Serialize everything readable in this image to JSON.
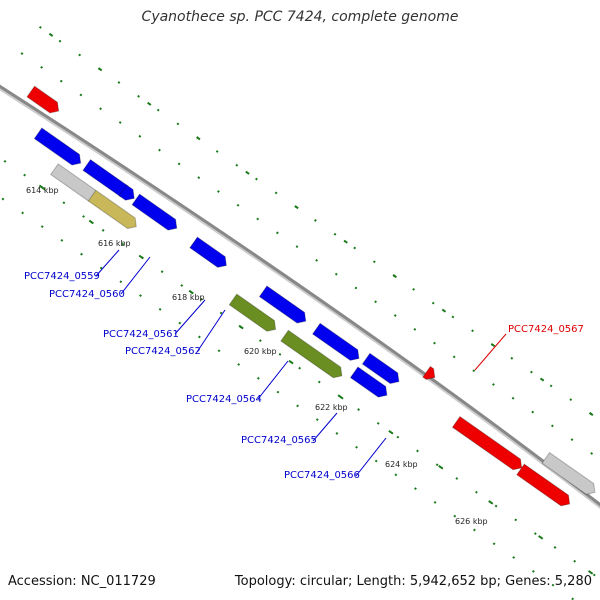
{
  "title": "Cyanothece sp. PCC 7424, complete genome",
  "accession": "Accession: NC_011729",
  "topology": "Topology: circular; Length: 5,942,652 bp; Genes: 5,280",
  "colors": {
    "backbone": "#888888",
    "tick": "#1a7a1a",
    "gene_default": "#0000ee",
    "gene_highlight": "#ee0000",
    "gene_olive": "#6b8e23",
    "gene_khaki": "#c8b85a",
    "gene_gray": "#c8c8c8",
    "label_blue": "#0000cc",
    "label_red": "#dd0000"
  },
  "ruler_labels": [
    "614 kbp",
    "616 kbp",
    "618 kbp",
    "620 kbp",
    "622 kbp",
    "624 kbp",
    "626 kbp"
  ],
  "gene_labels": [
    {
      "text": "PCC7424_0559",
      "color": "blue"
    },
    {
      "text": "PCC7424_0560",
      "color": "blue"
    },
    {
      "text": "PCC7424_0561",
      "color": "blue"
    },
    {
      "text": "PCC7424_0562",
      "color": "blue"
    },
    {
      "text": "PCC7424_0564",
      "color": "blue"
    },
    {
      "text": "PCC7424_0565",
      "color": "blue"
    },
    {
      "text": "PCC7424_0566",
      "color": "blue"
    },
    {
      "text": "PCC7424_0567",
      "color": "red"
    }
  ]
}
